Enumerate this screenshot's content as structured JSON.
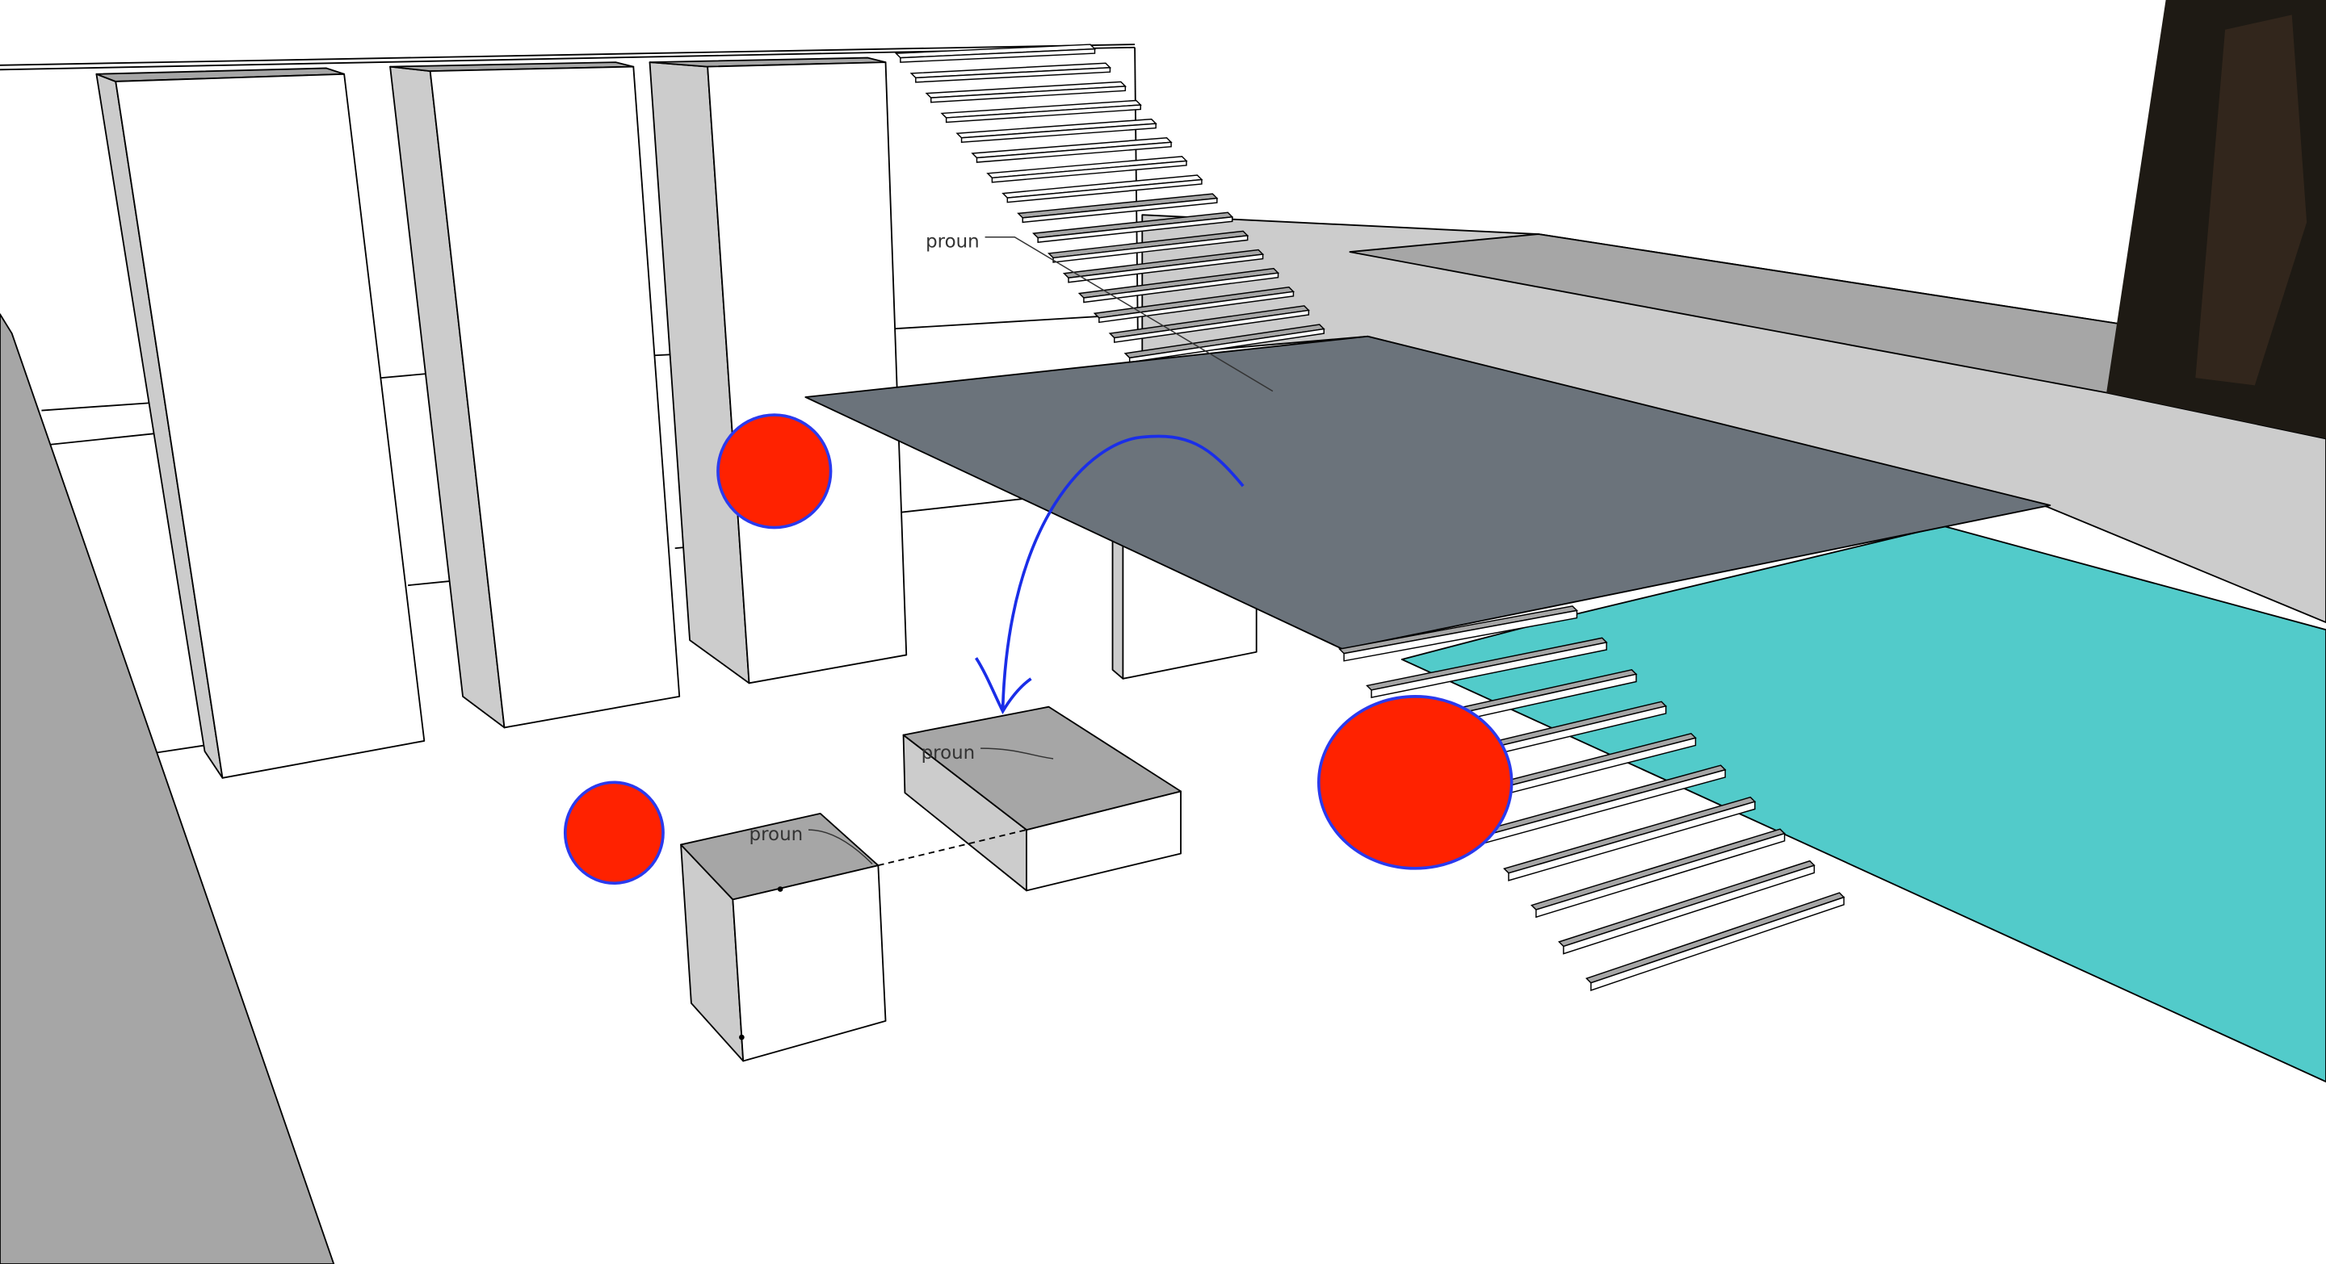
{
  "scene": {
    "labels": [
      "proun",
      "proun",
      "proun"
    ],
    "colors": {
      "sphere_fill": "#ff2200",
      "sphere_stroke": "#2a3aee",
      "plane": "#6b737b",
      "water": "#52cbca",
      "sketch_arrow": "#1a2ee8",
      "face_dark": "#a6a6a6",
      "face_light": "#cccccc"
    }
  }
}
